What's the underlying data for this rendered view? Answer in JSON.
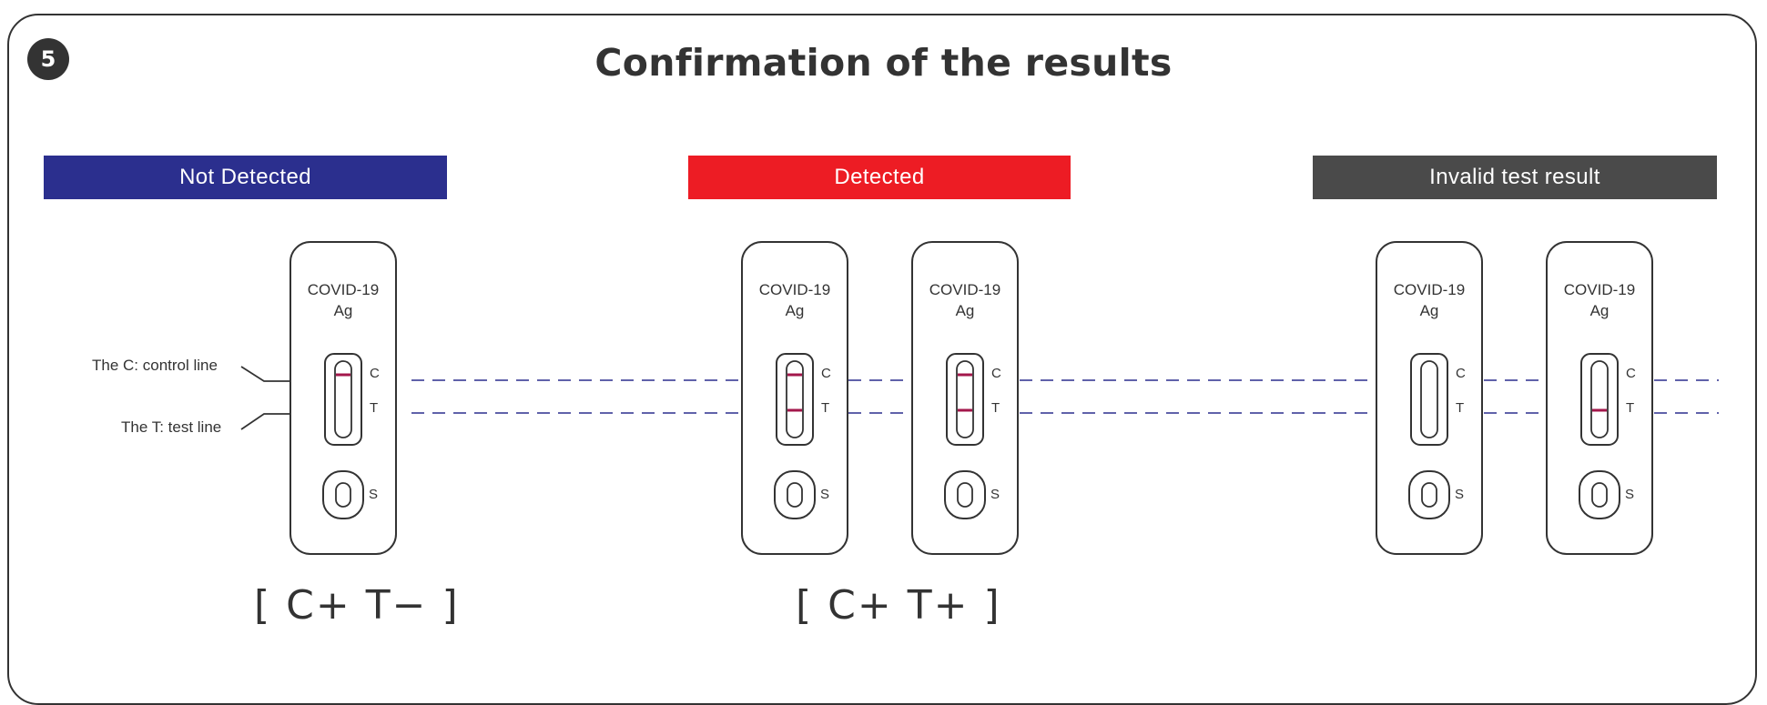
{
  "step_number": "5",
  "title": "Confirmation of the results",
  "headers": {
    "not_detected": "Not Detected",
    "detected": "Detected",
    "invalid": "Invalid test result"
  },
  "colors": {
    "not_detected": "#2b2f8e",
    "detected": "#ed1c24",
    "invalid": "#4a4a4a",
    "result_line": "#a3174b",
    "guide_line": "#2b2f8e"
  },
  "cassette": {
    "line1": "COVID-19",
    "line2": "Ag",
    "c_mark": "C",
    "t_mark": "T",
    "s_mark": "S"
  },
  "callouts": {
    "control_line": "The C: control line",
    "test_line": "The T: test line"
  },
  "formulas": {
    "negative": "[ C+ T− ]",
    "positive": "[ C+ T+ ]"
  },
  "cassettes": [
    {
      "group": "not_detected",
      "c_line": true,
      "t_line": false
    },
    {
      "group": "detected",
      "c_line": true,
      "t_line": true
    },
    {
      "group": "detected",
      "c_line": true,
      "t_line": true
    },
    {
      "group": "invalid",
      "c_line": false,
      "t_line": false
    },
    {
      "group": "invalid",
      "c_line": false,
      "t_line": true
    }
  ]
}
